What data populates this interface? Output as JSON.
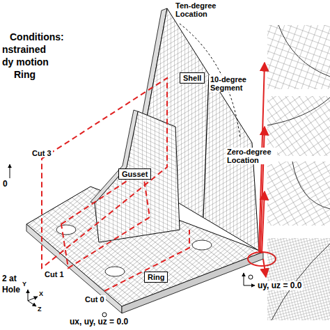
{
  "diagram": {
    "nodes": [
      {
        "text": [
          "Shell"
        ]
      },
      {
        "text": [
          "Gusset"
        ]
      },
      {
        "text": [
          "Ring"
        ]
      }
    ],
    "labels": [
      "Ten-degree Location",
      "10-degree Segment",
      "Zero-degree Location",
      "Conditions:",
      "nstrained",
      "dy motion",
      "Ring",
      "Cut 3",
      "Cut 1",
      "Cut 0",
      "0",
      "2 at",
      "Hole",
      "Y",
      "X",
      "Z",
      "ux, uy, uz = 0.0",
      "uy, uz = 0.0"
    ]
  }
}
